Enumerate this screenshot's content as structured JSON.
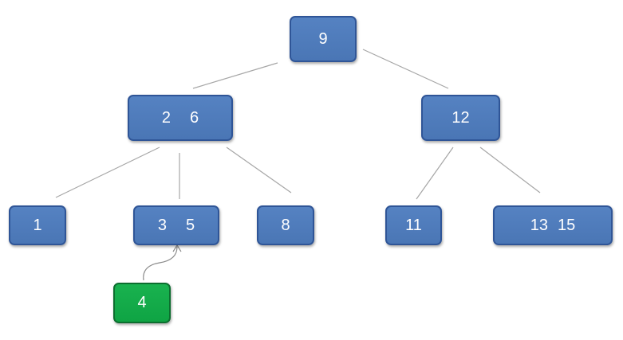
{
  "colors": {
    "node_fill": "#4f7dbd",
    "node_border": "#2f5597",
    "inserted_fill": "#12a847",
    "inserted_border": "#0c6e2f",
    "edge": "#a6a6a6",
    "text": "#ffffff"
  },
  "tree": {
    "root": {
      "keys": [
        "9"
      ]
    },
    "level1": [
      {
        "id": "n26",
        "keys": [
          "2",
          "6"
        ]
      },
      {
        "id": "n12",
        "keys": [
          "12"
        ]
      }
    ],
    "level2": [
      {
        "id": "n1",
        "keys": [
          "1"
        ]
      },
      {
        "id": "n35",
        "keys": [
          "3",
          "5"
        ]
      },
      {
        "id": "n8",
        "keys": [
          "8"
        ]
      },
      {
        "id": "n11",
        "keys": [
          "11"
        ]
      },
      {
        "id": "n1315",
        "keys": [
          "13",
          "15"
        ]
      }
    ],
    "inserted": {
      "id": "n4",
      "keys": [
        "4"
      ],
      "target": "n35"
    }
  }
}
